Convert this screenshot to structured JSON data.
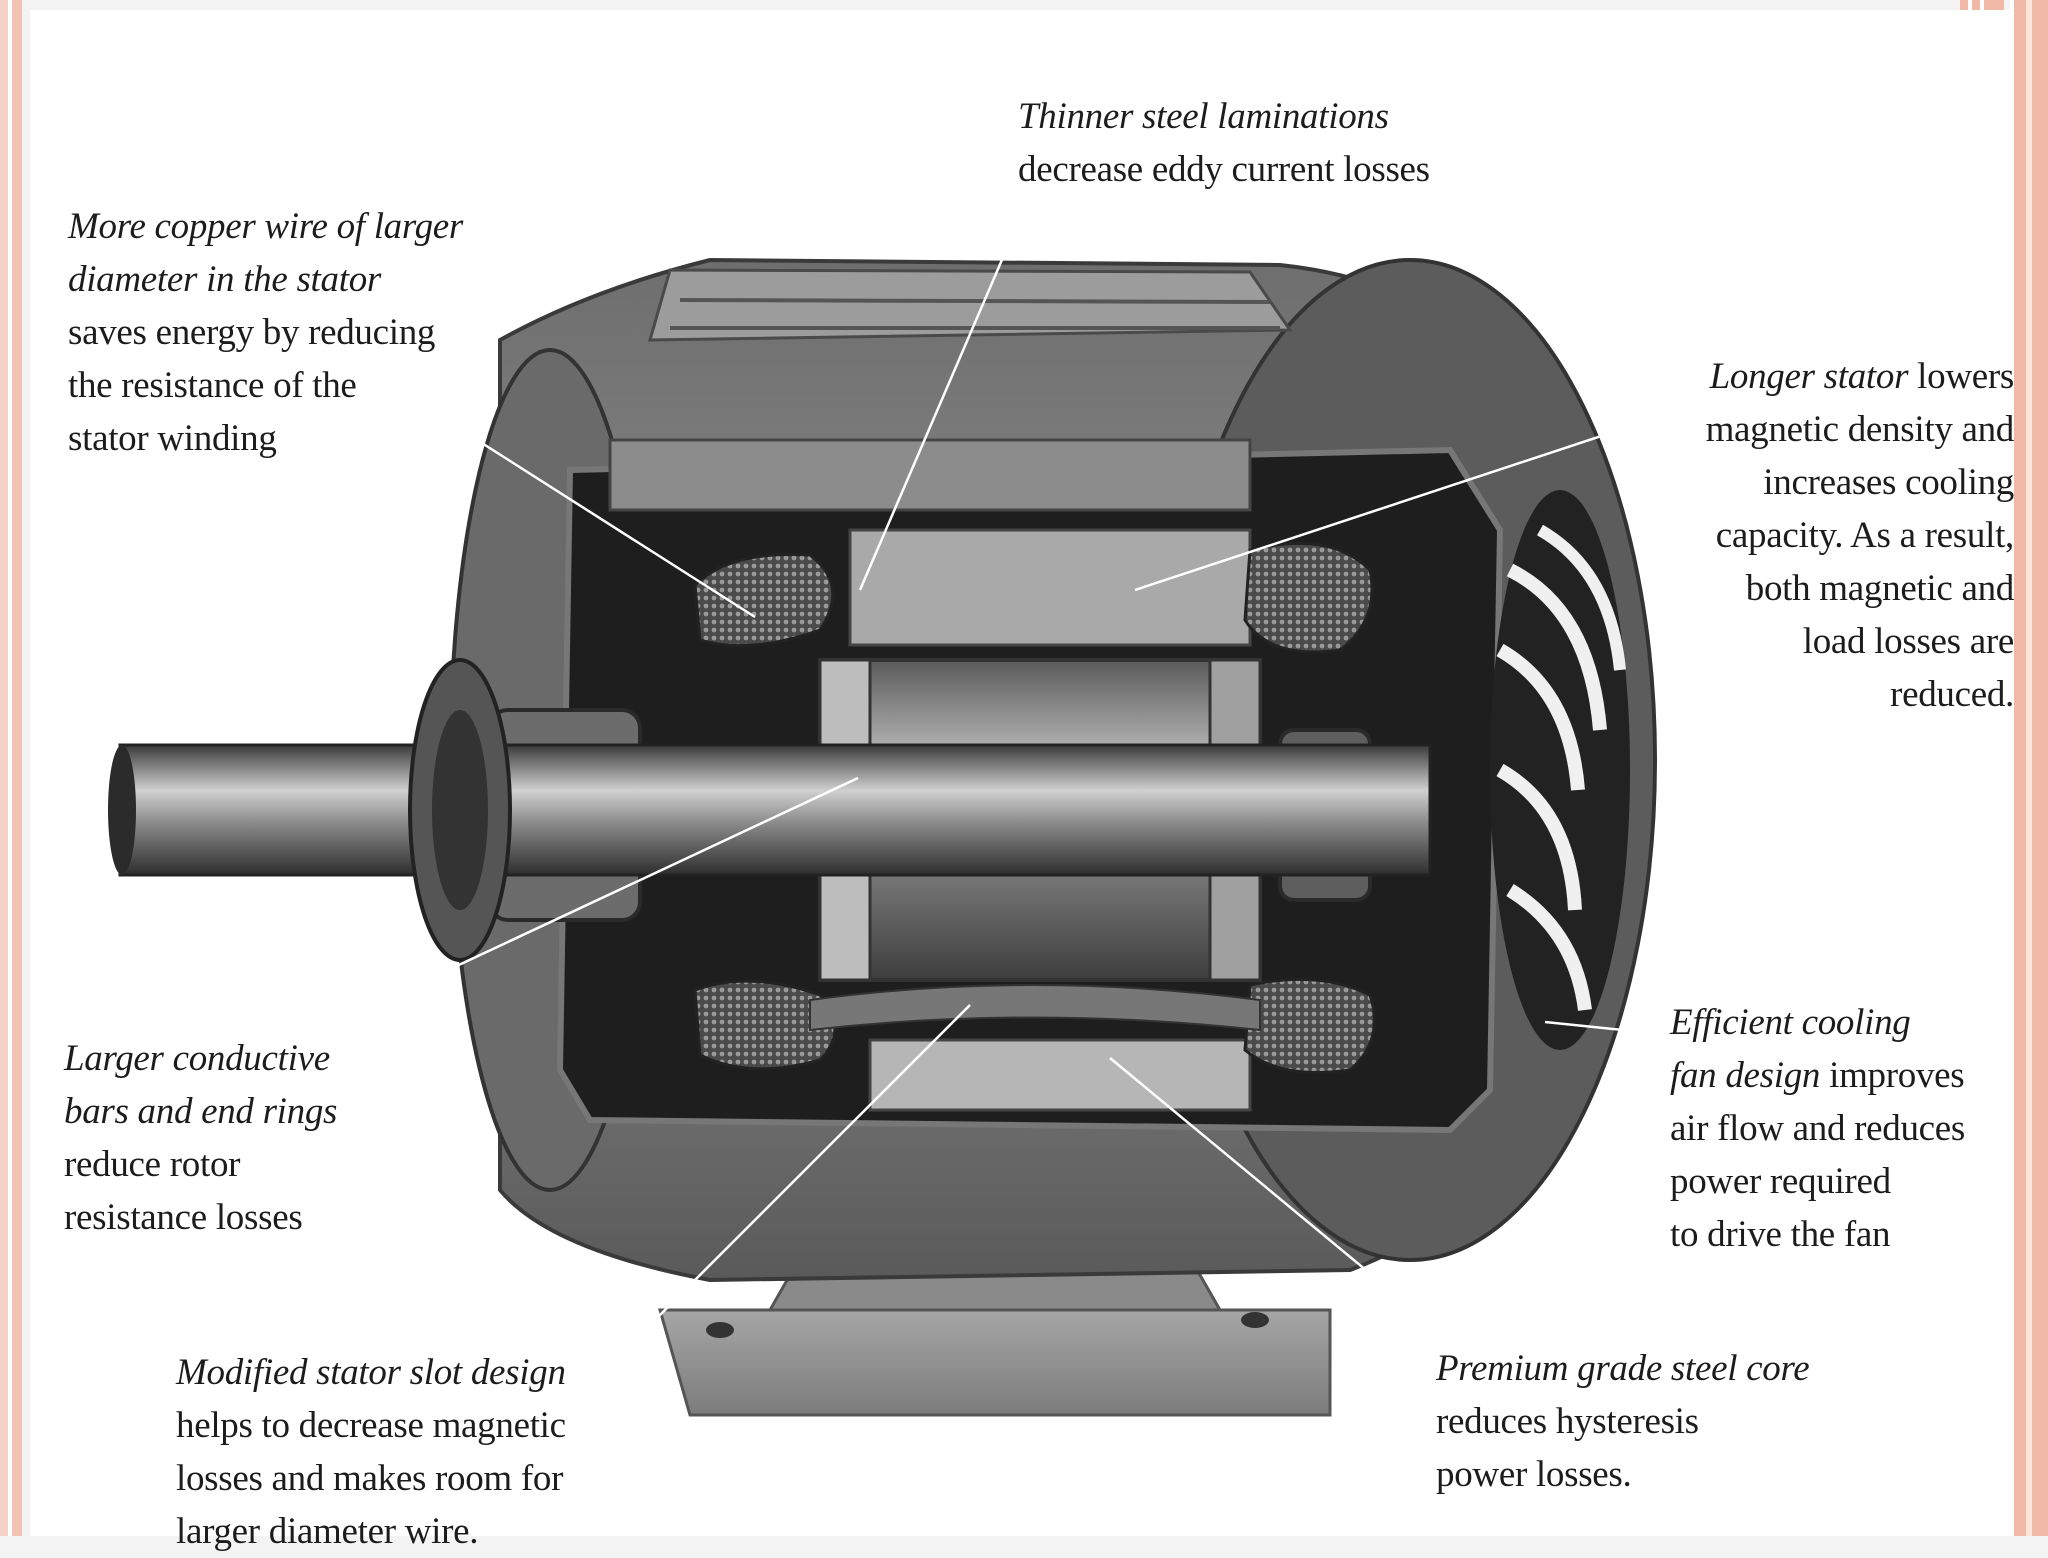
{
  "callouts": {
    "laminations": {
      "italic": "Thinner steel laminations",
      "plain": "decrease eddy current losses"
    },
    "copper": {
      "italic1": "More copper wire of larger",
      "italic2": "diameter in the stator",
      "plain1": "saves energy by reducing",
      "plain2": "the resistance of the",
      "plain3": "stator winding"
    },
    "stator": {
      "italic": "Longer stator",
      "plain0": " lowers",
      "plain1": "magnetic density and",
      "plain2": "increases cooling",
      "plain3": "capacity. As a result,",
      "plain4": "both magnetic and",
      "plain5": "load losses are",
      "plain6": "reduced."
    },
    "bars": {
      "italic1": "Larger conductive",
      "italic2": "bars and end rings",
      "plain1": "reduce rotor",
      "plain2": "resistance losses"
    },
    "fan": {
      "italic1": "Efficient cooling",
      "italic2": "fan design",
      "plain0": " improves",
      "plain1": "air flow and reduces",
      "plain2": "power required",
      "plain3": "to drive the fan"
    },
    "slot": {
      "italic": "Modified stator slot design",
      "plain1": "helps to decrease magnetic",
      "plain2": "losses and makes room for",
      "plain3": "larger diameter wire."
    },
    "core": {
      "italic": "Premium grade steel core",
      "plain1": "reduces hysteresis",
      "plain2": "power losses."
    }
  },
  "colors": {
    "accent_border": "#f3c2b2",
    "motor_body": "#7a7a7a",
    "text": "#1c1c1c"
  }
}
